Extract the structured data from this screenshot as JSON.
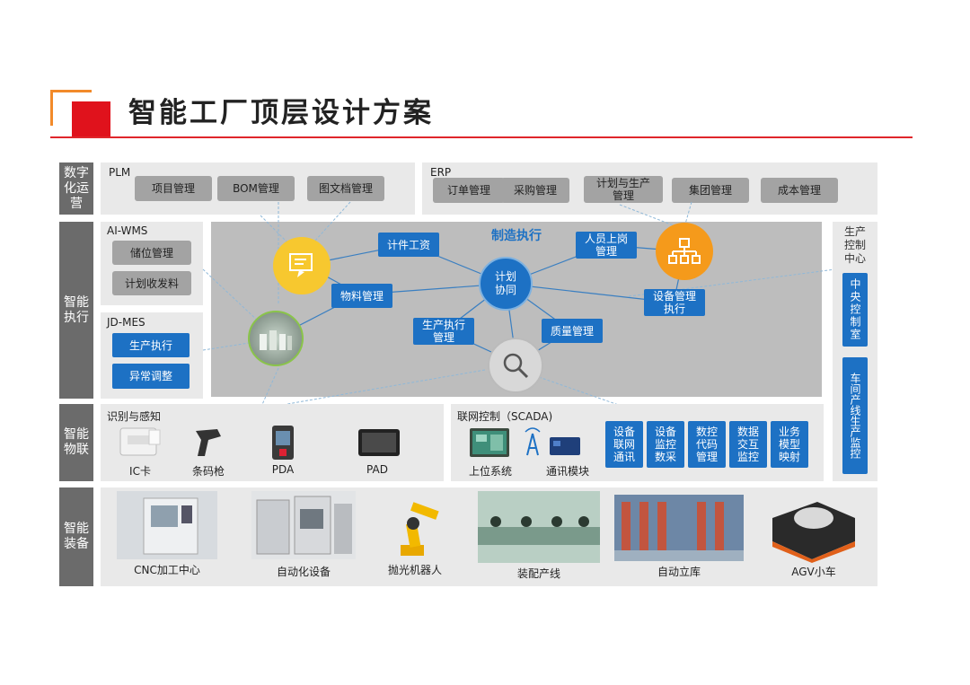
{
  "title": "智能工厂顶层设计方案",
  "rows": {
    "digital": "数字\n化运\n营",
    "execution": "智能\n执行",
    "iot": "智能\n物联",
    "equipment": "智能\n装备"
  },
  "plm": {
    "label": "PLM",
    "items": [
      "项目管理",
      "BOM管理",
      "图文档管理"
    ]
  },
  "erp": {
    "label": "ERP",
    "items": [
      "订单管理",
      "采购管理",
      "计划与生产\n管理",
      "集团管理",
      "成本管理"
    ]
  },
  "wms": {
    "label": "AI-WMS",
    "items": [
      "储位管理",
      "计划收发料"
    ]
  },
  "mes": {
    "label": "JD-MES",
    "items": [
      "生产执行",
      "异常调整"
    ]
  },
  "center": {
    "title": "制造执行",
    "hub": "计划\n协同",
    "nodes": [
      "计件工资",
      "物料管理",
      "人员上岗\n管理",
      "设备管理\n执行",
      "生产执行\n管理",
      "质量管理"
    ]
  },
  "control": {
    "title": "生产\n控制\n中心",
    "items": [
      "中央控制室",
      "车间产线生产监控"
    ]
  },
  "sense": {
    "label": "识别与感知",
    "items": [
      "IC卡",
      "条码枪",
      "PDA",
      "PAD"
    ]
  },
  "scada": {
    "label": "联网控制（SCADA)",
    "devices": [
      "上位系统",
      "通讯模块"
    ],
    "items": [
      "设备\n联网\n通讯",
      "设备\n监控\n数采",
      "数控\n代码\n管理",
      "数据\n交互\n监控",
      "业务\n模型\n映射"
    ]
  },
  "equipment": [
    "CNC加工中心",
    "自动化设备",
    "抛光机器人",
    "装配产线",
    "自动立库",
    "AGV小车"
  ],
  "colors": {
    "accent_red": "#e0121c",
    "blue": "#1d71c4",
    "orange": "#f5a623"
  }
}
